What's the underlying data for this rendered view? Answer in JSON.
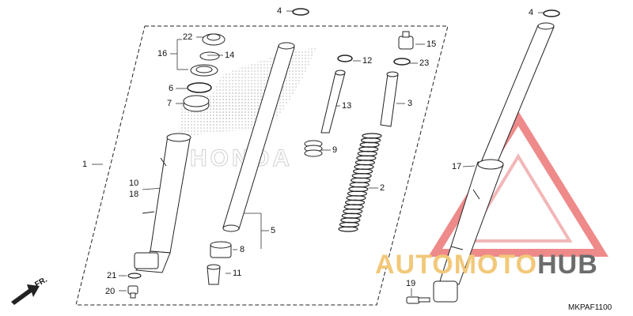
{
  "diagram": {
    "callouts": {
      "n1": "1",
      "n2": "2",
      "n3": "3",
      "n4a": "4",
      "n4b": "4",
      "n5": "5",
      "n6": "6",
      "n7": "7",
      "n8": "8",
      "n9": "9",
      "n10": "10",
      "n11": "11",
      "n12": "12",
      "n13": "13",
      "n14": "14",
      "n15": "15",
      "n16": "16",
      "n17": "17",
      "n18": "18",
      "n19": "19",
      "n20": "20",
      "n21": "21",
      "n22": "22",
      "n23": "23"
    },
    "direction_label": "FR.",
    "diagram_code": "MKPAF1100"
  },
  "watermark": {
    "part1": "AUTO",
    "part2": "MOTO",
    "part3": "HUB",
    "logo_text": "HONDA",
    "triangle_color": "#ee8a8a",
    "orange_color": "#f2c879",
    "gray_color": "#6c6c6c"
  }
}
